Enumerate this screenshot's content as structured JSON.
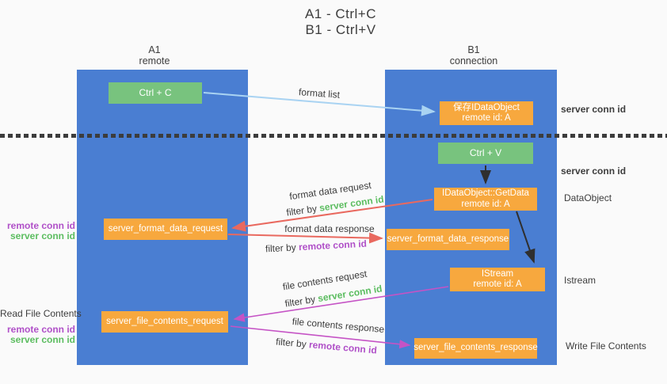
{
  "title": {
    "line1": "A1 - Ctrl+C",
    "line2": "B1 - Ctrl+V"
  },
  "columns": {
    "left": {
      "name": "A1",
      "subtitle": "remote"
    },
    "right": {
      "name": "B1",
      "subtitle": "connection"
    }
  },
  "boxes": {
    "ctrl_c": "Ctrl + C",
    "ctrl_v": "Ctrl + V",
    "save_idataobject": {
      "line1": "保存IDataObject",
      "line2": "remote id: A"
    },
    "getdata": {
      "line1": "IDataObject::GetData",
      "line2": "remote id: A"
    },
    "istream": {
      "line1": "IStream",
      "line2": "remote id: A"
    },
    "format_request": "server_format_data_request",
    "format_response": "server_format_data_response",
    "file_request": "server_file_contents_request",
    "file_response": "server_file_contents_response"
  },
  "arrow_labels": {
    "format_list": "format list",
    "format_data_request": "format data request",
    "format_data_response": "format data response",
    "file_contents_request": "file contents request",
    "file_contents_response": "file contents response",
    "filter_by": "filter by ",
    "server_conn_id": "server conn id",
    "remote_conn_id": "remote conn id"
  },
  "side_labels": {
    "right_top_server_conn_id": "server conn id",
    "right_mid_server_conn_id": "server conn id",
    "dataobject": "DataObject",
    "istream": "Istream",
    "write_file_contents": "Write File Contents",
    "left_remote_conn_id_1": "remote conn id",
    "left_server_conn_id_1": "server conn id",
    "read_file_contents": "Read File Contents",
    "left_remote_conn_id_2": "remote conn id",
    "left_server_conn_id_2": "server conn id"
  },
  "colors": {
    "bg": "#fafafa",
    "column_blue": "#4a7ed2",
    "box_green": "#78c37e",
    "box_orange": "#f7a83e",
    "arrow_red": "#e9695f",
    "arrow_magenta": "#c553c5",
    "arrow_lightblue": "#a9d3f2",
    "arrow_black": "#2f2f2f",
    "text_dark": "#3d3d3d",
    "text_green": "#5cbd60",
    "text_purple": "#b050c8",
    "dotted_line": "#3c3c3c"
  }
}
